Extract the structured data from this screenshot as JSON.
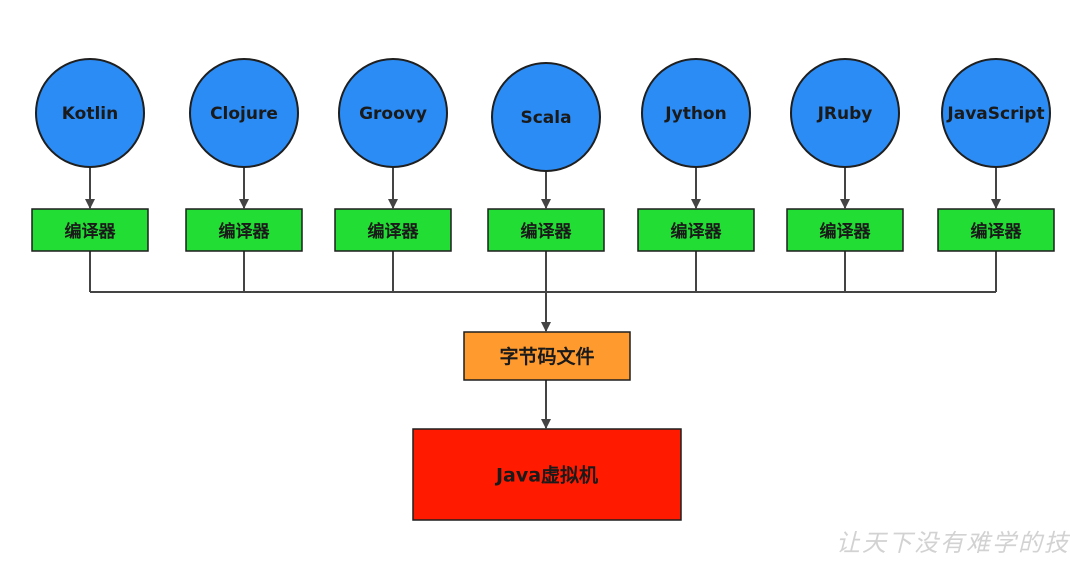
{
  "languages": [
    {
      "name": "Kotlin",
      "compiler": "编译器"
    },
    {
      "name": "Clojure",
      "compiler": "编译器"
    },
    {
      "name": "Groovy",
      "compiler": "编译器"
    },
    {
      "name": "Scala",
      "compiler": "编译器"
    },
    {
      "name": "Jython",
      "compiler": "编译器"
    },
    {
      "name": "JRuby",
      "compiler": "编译器"
    },
    {
      "name": "JavaScript",
      "compiler": "编译器"
    }
  ],
  "bytecode": {
    "label": "字节码文件"
  },
  "jvm": {
    "label": "Java虚拟机"
  },
  "watermark": {
    "text": "让天下没有难学的技"
  },
  "colors": {
    "language_node": "#2b8cf5",
    "compiler_box": "#22dd33",
    "bytecode_box": "#ff9a2e",
    "jvm_box": "#ff1a00",
    "connector": "#444444"
  }
}
